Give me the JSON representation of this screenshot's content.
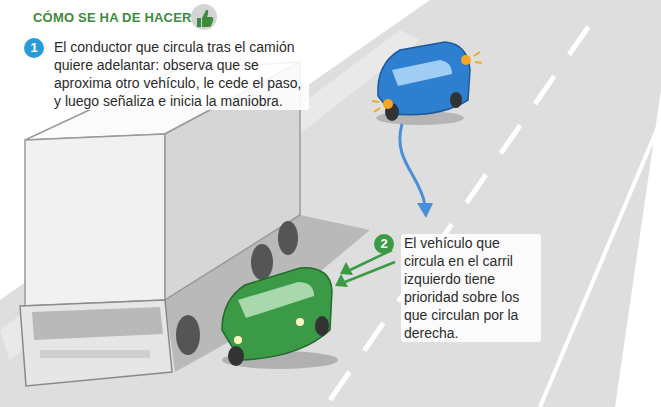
{
  "diagram": {
    "title": "CÓMO SE HA DE HACER",
    "nodes": [
      {
        "text": [
          "1",
          "El conductor que circula tras el camión quiere adelantar: observa que se aproxima otro vehículo, le cede el paso, y luego señaliza e inicia la maniobra."
        ]
      },
      {
        "text": [
          "2",
          "El vehículo que circula en el carril izquierdo tiene prioridad sobre los que circulan por la derecha."
        ]
      }
    ]
  }
}
